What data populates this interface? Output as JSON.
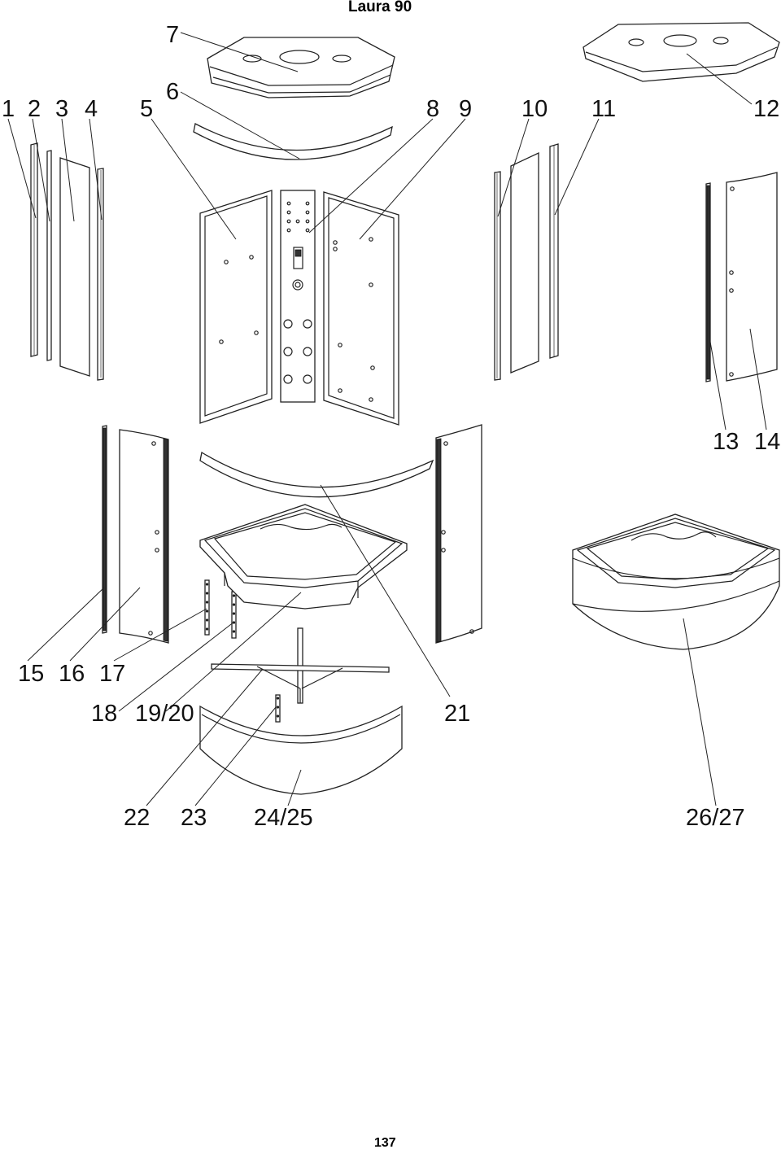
{
  "title": "Laura 90",
  "page_number": "137",
  "callouts": [
    {
      "id": "c1",
      "label": "1"
    },
    {
      "id": "c2",
      "label": "2"
    },
    {
      "id": "c3",
      "label": "3"
    },
    {
      "id": "c4",
      "label": "4"
    },
    {
      "id": "c5",
      "label": "5"
    },
    {
      "id": "c6",
      "label": "6"
    },
    {
      "id": "c7",
      "label": "7"
    },
    {
      "id": "c8",
      "label": "8"
    },
    {
      "id": "c9",
      "label": "9"
    },
    {
      "id": "c10",
      "label": "10"
    },
    {
      "id": "c11",
      "label": "11"
    },
    {
      "id": "c12",
      "label": "12"
    },
    {
      "id": "c13",
      "label": "13"
    },
    {
      "id": "c14",
      "label": "14"
    },
    {
      "id": "c15",
      "label": "15"
    },
    {
      "id": "c16",
      "label": "16"
    },
    {
      "id": "c17",
      "label": "17"
    },
    {
      "id": "c18",
      "label": "18"
    },
    {
      "id": "c19",
      "label": "19/20"
    },
    {
      "id": "c21",
      "label": "21"
    },
    {
      "id": "c22",
      "label": "22"
    },
    {
      "id": "c23",
      "label": "23"
    },
    {
      "id": "c24",
      "label": "24/25"
    },
    {
      "id": "c26",
      "label": "26/27"
    }
  ]
}
